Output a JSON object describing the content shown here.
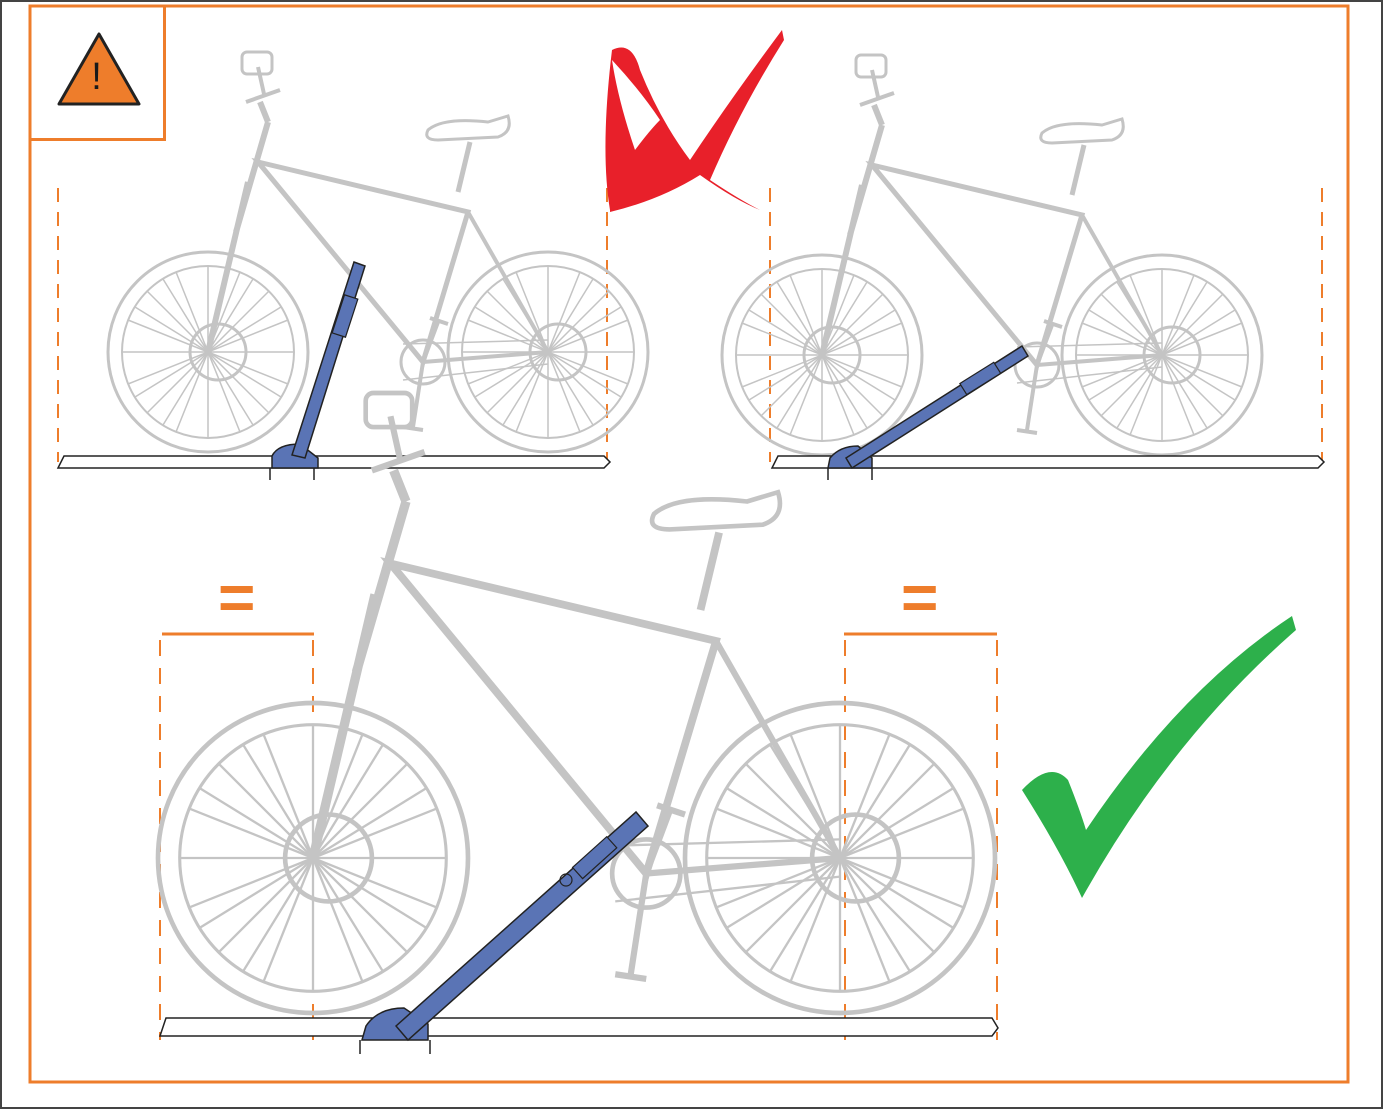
{
  "warning": {
    "icon": "warning-triangle-icon",
    "symbol": "!",
    "triangle_color": "#ee7d2b"
  },
  "colors": {
    "frame": "#ee7d2b",
    "guide_lines": "#ee7d2b",
    "bike": "#c4c4c4",
    "rack_arm": "#5a74b5",
    "wrong_mark": "#e8202a",
    "right_mark": "#2db04b"
  },
  "panels": [
    {
      "id": "wrong-front-arm-near-front-wheel",
      "verdict": "incorrect",
      "mark_icon": "red-cross-icon"
    },
    {
      "id": "wrong-arm-lowered-bike-offset",
      "verdict": "incorrect",
      "mark_icon": "red-cross-icon"
    },
    {
      "id": "correct-bike-centered",
      "verdict": "correct",
      "mark_icon": "green-check-icon"
    }
  ],
  "equal_marks": {
    "left": "=",
    "right": "="
  }
}
